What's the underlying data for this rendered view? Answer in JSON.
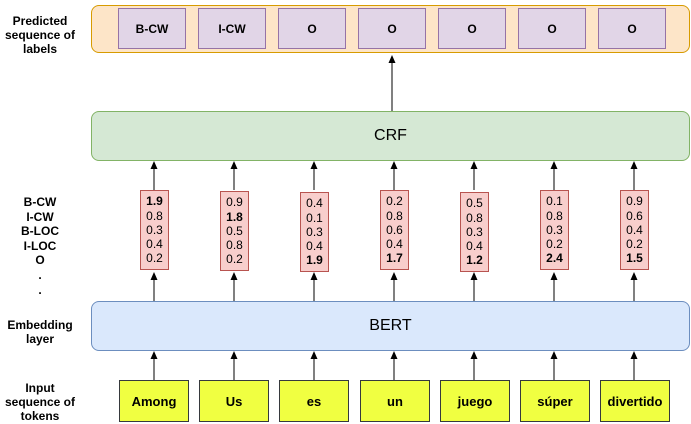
{
  "side_labels": {
    "predicted": "Predicted sequence of labels",
    "embedding": "Embedding layer",
    "input": "Input sequence of tokens"
  },
  "tag_list": [
    "B-CW",
    "I-CW",
    "B-LOC",
    "I-LOC",
    "O",
    ".",
    "."
  ],
  "predicted_labels": [
    "B-CW",
    "I-CW",
    "O",
    "O",
    "O",
    "O",
    "O"
  ],
  "crf_label": "CRF",
  "bert_label": "BERT",
  "tokens": [
    "Among",
    "Us",
    "es",
    "un",
    "juego",
    "súper",
    "divertido"
  ],
  "scores": [
    [
      "1.9",
      "0.8",
      "0.3",
      "0.4",
      "0.2"
    ],
    [
      "0.9",
      "1.8",
      "0.5",
      "0.8",
      "0.2"
    ],
    [
      "0.4",
      "0.1",
      "0.3",
      "0.4",
      "1.9"
    ],
    [
      "0.2",
      "0.8",
      "0.6",
      "0.4",
      "1.7"
    ],
    [
      "0.5",
      "0.8",
      "0.3",
      "0.4",
      "1.2"
    ],
    [
      "0.1",
      "0.8",
      "0.3",
      "0.2",
      "2.4"
    ],
    [
      "0.9",
      "0.6",
      "0.4",
      "0.2",
      "1.5"
    ]
  ],
  "max_score_index": [
    0,
    1,
    4,
    4,
    4,
    4,
    4
  ],
  "colors": {
    "label_bar_fill": "#fde5c8",
    "label_box_fill": "#e1d5e7",
    "crf_fill": "#d5e8d4",
    "bert_fill": "#dae8fc",
    "score_fill": "#f8cecc",
    "token_fill": "#f0ff41"
  }
}
